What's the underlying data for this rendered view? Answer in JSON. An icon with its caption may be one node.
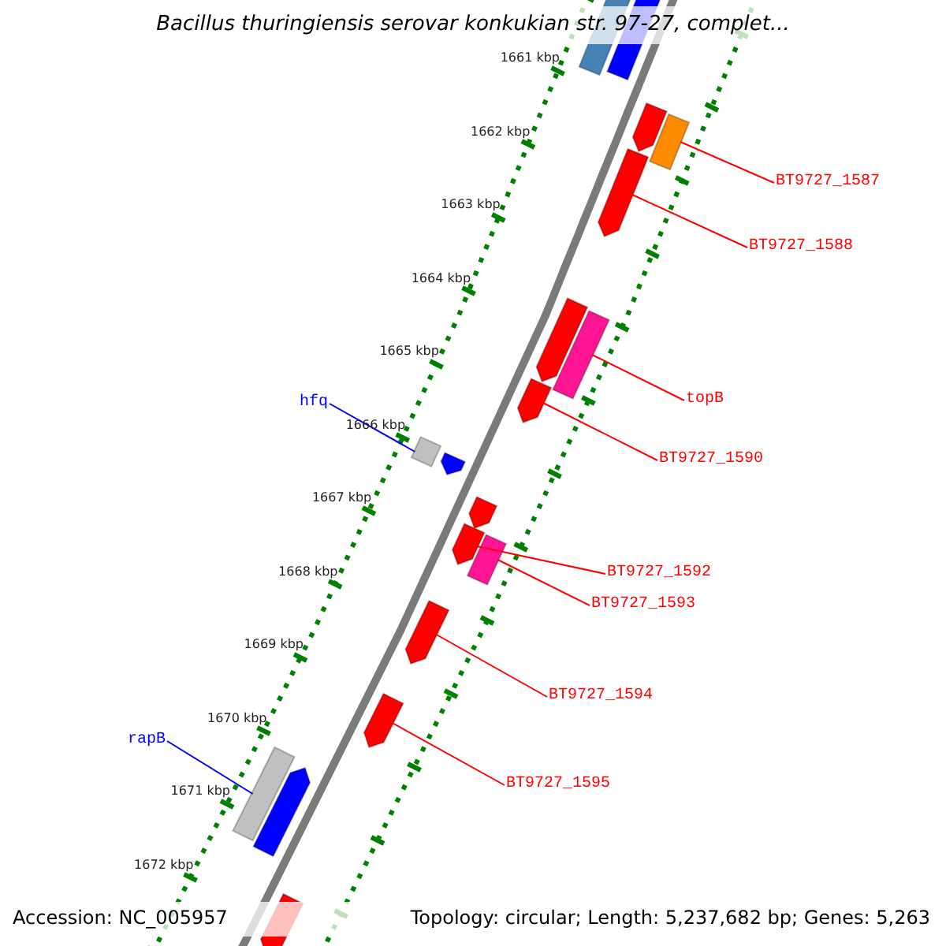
{
  "diagram": {
    "title": "Bacillus thuringiensis serovar konkukian str. 97-27, complet...",
    "nodes": [
      {
        "text": [],
        "shape": "box"
      },
      {
        "text": [],
        "shape": "box"
      },
      {
        "text": [],
        "shape": "pentagon"
      },
      {
        "text": [],
        "shape": "box"
      },
      {
        "text": [
          "BT9727_1587"
        ]
      },
      {
        "text": [],
        "shape": "pentagon"
      },
      {
        "text": [
          "BT9727_1588"
        ]
      },
      {
        "text": [],
        "shape": "pentagon"
      },
      {
        "text": [],
        "shape": "box"
      },
      {
        "text": [
          "topB"
        ]
      },
      {
        "text": [
          "hfq"
        ]
      },
      {
        "text": [],
        "shape": "pentagon"
      },
      {
        "text": [],
        "shape": "box"
      },
      {
        "text": [
          "BT9727_1590"
        ]
      },
      {
        "text": [],
        "shape": "pentagon"
      },
      {
        "text": [],
        "shape": "pentagon"
      },
      {
        "text": [],
        "shape": "pentagon"
      },
      {
        "text": [],
        "shape": "box"
      },
      {
        "text": [
          "BT9727_1592"
        ]
      },
      {
        "text": [
          "BT9727_1593"
        ]
      },
      {
        "text": [],
        "shape": "pentagon"
      },
      {
        "text": [
          "BT9727_1594"
        ]
      },
      {
        "text": [],
        "shape": "pentagon"
      },
      {
        "text": [
          "rapB"
        ]
      },
      {
        "text": [
          "BT9727_1595"
        ]
      },
      {
        "text": [],
        "shape": "box"
      },
      {
        "text": [],
        "shape": "pentagon"
      },
      {
        "text": [],
        "shape": "pentagon"
      }
    ],
    "edges": [
      {
        "from": 4,
        "to": 3,
        "arrow": "none"
      },
      {
        "from": 6,
        "to": 5,
        "arrow": "none"
      },
      {
        "from": 9,
        "to": 8,
        "arrow": "none"
      },
      {
        "from": 13,
        "to": 11,
        "arrow": "none"
      },
      {
        "from": 10,
        "to": 12,
        "arrow": "none",
        "color": "#0000ff"
      },
      {
        "from": 18,
        "to": 16,
        "arrow": "none"
      },
      {
        "from": 19,
        "to": 17,
        "arrow": "none"
      },
      {
        "from": 21,
        "to": 20,
        "arrow": "none"
      },
      {
        "from": 24,
        "to": 22,
        "arrow": "none"
      },
      {
        "from": 23,
        "to": 25,
        "arrow": "none",
        "color": "#0000ff"
      }
    ],
    "labels": [
      "1661 kbp",
      "1662 kbp",
      "1663 kbp",
      "1664 kbp",
      "1665 kbp",
      "1666 kbp",
      "1667 kbp",
      "1668 kbp",
      "1669 kbp",
      "1670 kbp",
      "1671 kbp",
      "1672 kbp",
      "Accession: NC_005957",
      "Topology: circular; Length: 5,237,682 bp; Genes: 5,263"
    ]
  }
}
